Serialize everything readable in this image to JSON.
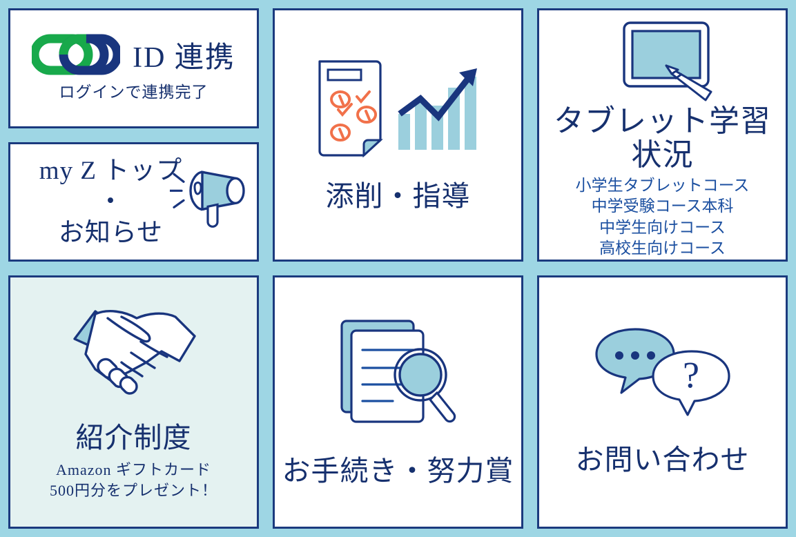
{
  "theme": {
    "background": "#9ed6e4",
    "panel_border": "#1b3a7e",
    "panel_bg": "#ffffff",
    "panel_bg_tinted": "#e4f2f1",
    "navy": "#16306e",
    "accent_light_blue": "#9bcfdd",
    "accent_green": "#1db954",
    "accent_orange": "#f1714a",
    "link_icon_green": "#18a94b",
    "link_icon_navy": "#19357e"
  },
  "panels": {
    "id_link": {
      "title": "ID 連携",
      "subtitle": "ログインで連携完了",
      "icon": "chain-link-icon"
    },
    "my_z_top": {
      "line1": "my Z トップ",
      "line2": "・",
      "line3": "お知らせ",
      "icon": "megaphone-icon"
    },
    "grading": {
      "title": "添削・指導",
      "icons": [
        "graded-paper-icon",
        "growth-bar-chart-icon"
      ]
    },
    "tablet": {
      "title": "タブレット学習状況",
      "icon": "tablet-stylus-icon",
      "courses": [
        "小学生タブレットコース",
        "中学受験コース本科",
        "中学生向けコース",
        "高校生向けコース"
      ]
    },
    "referral": {
      "title": "紹介制度",
      "subtitle_line1": "Amazon ギフトカード",
      "subtitle_line2": "500円分をプレゼント！",
      "icon": "handshake-icon"
    },
    "procedures": {
      "title": "お手続き・努力賞",
      "icon": "documents-magnifier-icon"
    },
    "contact": {
      "title": "お問い合わせ",
      "icon": "speech-bubbles-icon",
      "bubble_dots": "…",
      "bubble_question": "?"
    }
  }
}
